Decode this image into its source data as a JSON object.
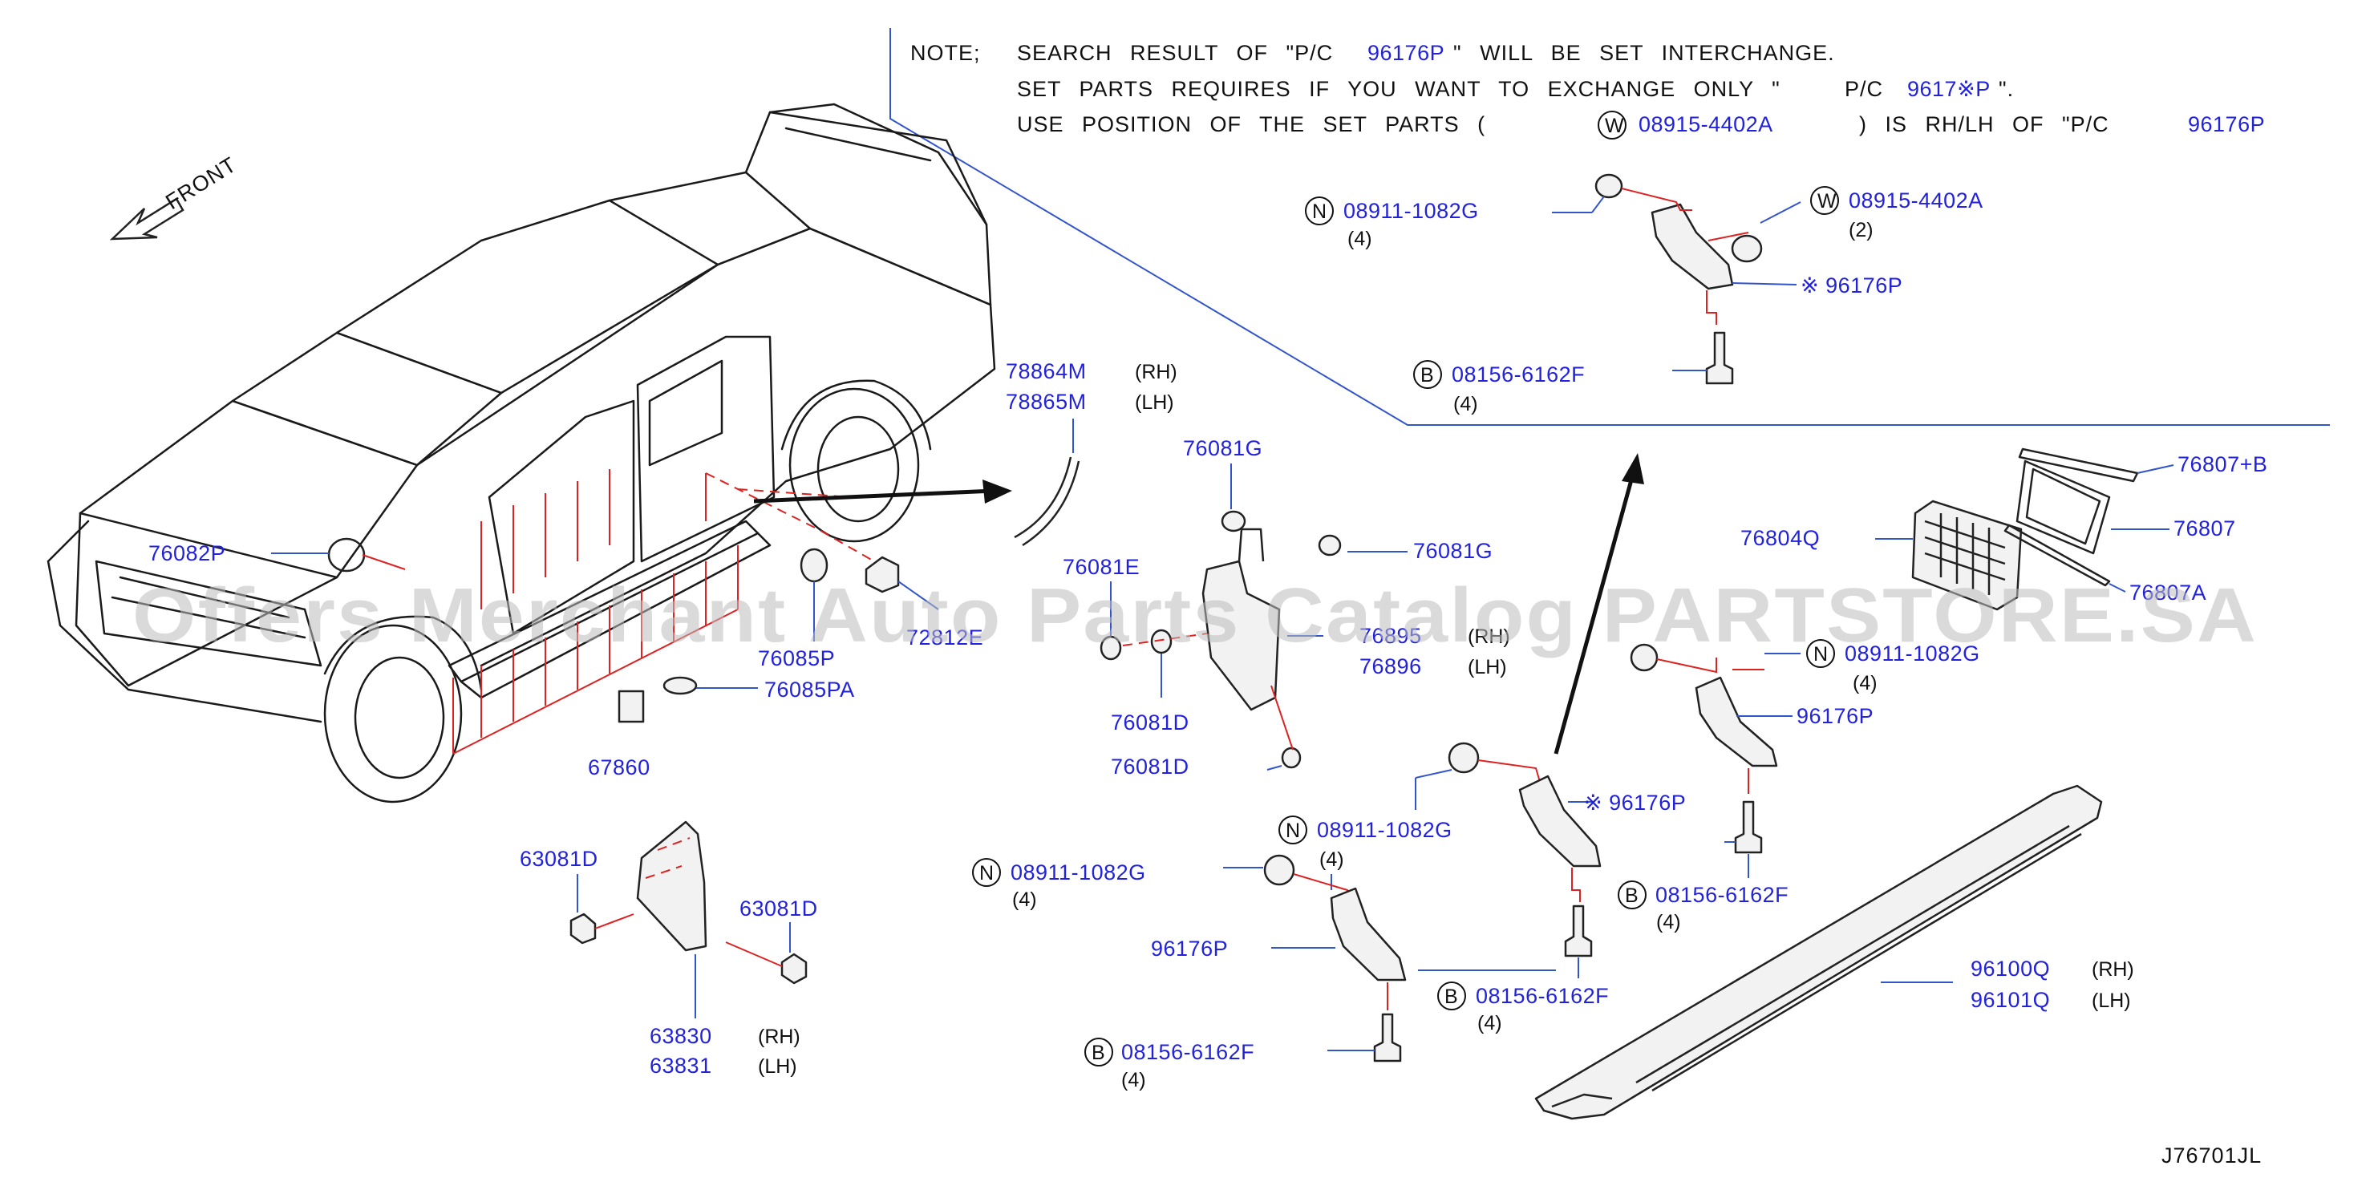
{
  "note": {
    "label": "NOTE;",
    "line1_pre": "SEARCH RESULT OF \"P/C",
    "line1_part": "96176P",
    "line1_post": "\" WILL BE SET INTERCHANGE.",
    "line2_pre": "SET PARTS REQUIRES IF YOU WANT TO EXCHANGE ONLY \"",
    "line2_pc": "P/C",
    "line2_part": "9617※P",
    "line2_post": "\".",
    "line3_pre": "USE POSITION OF THE SET PARTS (",
    "line3_sym": "W",
    "line3_part": "08915-4402A",
    "line3_mid": ") IS RH/LH OF \"P/C",
    "line3_part2": "96176P"
  },
  "front_label": "FRONT",
  "diagram_code": "J76701JL",
  "watermark": "Offers Merchant Auto Parts Catalog PARTSTORE.SA",
  "labels": {
    "p78864M": "78864M",
    "p78865M": "78865M",
    "rh": "(RH)",
    "lh": "(LH)",
    "p76082P": "76082P",
    "p76081G": "76081G",
    "p76081E": "76081E",
    "p76081D": "76081D",
    "p76085P": "76085P",
    "p76085PA": "76085PA",
    "p72812E": "72812E",
    "p76895": "76895",
    "p76896": "76896",
    "p67860": "67860",
    "p63081D": "63081D",
    "p63830": "63830",
    "p63831": "63831",
    "p08911": "08911-1082G",
    "p08915": "08915-4402A",
    "p08156": "08156-6162F",
    "p96176P": "96176P",
    "star96176P": "※ 96176P",
    "p76807B": "76807+B",
    "p76807": "76807",
    "p76807A": "76807A",
    "p76804Q": "76804Q",
    "p96100Q": "96100Q",
    "p96101Q": "96101Q",
    "q4": "(4)",
    "q2": "(2)",
    "symN": "N",
    "symB": "B",
    "symW": "W"
  },
  "colors": {
    "part_number": "#2222dd",
    "leader": "#3355cc",
    "red_line": "#dd2222",
    "text": "#111111"
  }
}
